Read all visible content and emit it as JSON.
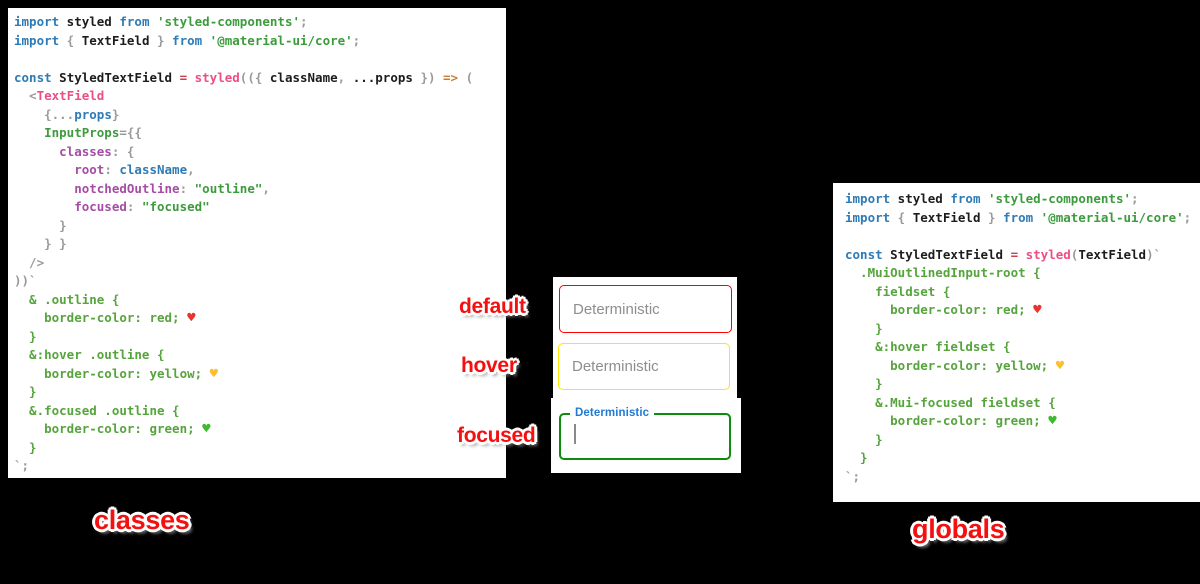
{
  "colors": {
    "background": "#000000",
    "panel_bg": "#ffffff",
    "sticker_red": "#f31010",
    "field_default_border": "#ff0000",
    "field_hover_border": "#ffe600",
    "field_focused_border": "#0d8c0d",
    "focused_label_blue": "#1f7ad6",
    "placeholder_gray": "#8e8e8e",
    "caret_gray": "#8a8a8a"
  },
  "labels": {
    "state_default": "default",
    "state_hover": "hover",
    "state_focused": "focused",
    "approach_left": "classes",
    "approach_right": "globals"
  },
  "fields": {
    "default": {
      "placeholder": "Deterministic"
    },
    "hover": {
      "placeholder": "Deterministic"
    },
    "focused": {
      "label": "Deterministic"
    }
  },
  "code_left": {
    "lines": [
      [
        [
          "kw",
          "import"
        ],
        [
          "id",
          " styled "
        ],
        [
          "kw",
          "from"
        ],
        [
          "str",
          " 'styled-components'"
        ],
        [
          "punc",
          ";"
        ]
      ],
      [
        [
          "kw",
          "import"
        ],
        [
          "punc",
          " { "
        ],
        [
          "id",
          "TextField"
        ],
        [
          "punc",
          " } "
        ],
        [
          "kw",
          "from"
        ],
        [
          "str",
          " '@material-ui/core'"
        ],
        [
          "punc",
          ";"
        ]
      ],
      [],
      [
        [
          "kw",
          "const"
        ],
        [
          "id",
          " StyledTextField "
        ],
        [
          "op",
          "="
        ],
        [
          "fn",
          " styled"
        ],
        [
          "punc",
          "(({ "
        ],
        [
          "id",
          "className"
        ],
        [
          "punc",
          ", "
        ],
        [
          "id",
          "...props"
        ],
        [
          "punc",
          " }) "
        ],
        [
          "arrow",
          "=>"
        ],
        [
          "punc",
          " ("
        ]
      ],
      [
        [
          "punc",
          "  <"
        ],
        [
          "tag",
          "TextField"
        ]
      ],
      [
        [
          "punc",
          "    {..."
        ],
        [
          "var",
          "props"
        ],
        [
          "punc",
          "}"
        ]
      ],
      [
        [
          "attr",
          "    InputProps"
        ],
        [
          "punc",
          "={{"
        ]
      ],
      [
        [
          "prop",
          "      classes"
        ],
        [
          "punc",
          ": {"
        ]
      ],
      [
        [
          "prop",
          "        root"
        ],
        [
          "punc",
          ": "
        ],
        [
          "var",
          "className"
        ],
        [
          "punc",
          ","
        ]
      ],
      [
        [
          "prop",
          "        notchedOutline"
        ],
        [
          "punc",
          ": "
        ],
        [
          "str",
          "\"outline\""
        ],
        [
          "punc",
          ","
        ]
      ],
      [
        [
          "prop",
          "        focused"
        ],
        [
          "punc",
          ": "
        ],
        [
          "str",
          "\"focused\""
        ]
      ],
      [
        [
          "punc",
          "      }"
        ]
      ],
      [
        [
          "punc",
          "    } }"
        ]
      ],
      [
        [
          "punc",
          "  />"
        ]
      ],
      [
        [
          "punc",
          "))`"
        ]
      ],
      [
        [
          "css",
          "  & .outline {"
        ]
      ],
      [
        [
          "css",
          "    border-color: red; "
        ],
        [
          "hr",
          "♥"
        ]
      ],
      [
        [
          "css",
          "  }"
        ]
      ],
      [
        [
          "css",
          "  &:hover .outline {"
        ]
      ],
      [
        [
          "css",
          "    border-color: yellow; "
        ],
        [
          "hy",
          "♥"
        ]
      ],
      [
        [
          "css",
          "  }"
        ]
      ],
      [
        [
          "css",
          "  &.focused .outline {"
        ]
      ],
      [
        [
          "css",
          "    border-color: green; "
        ],
        [
          "hg",
          "♥"
        ]
      ],
      [
        [
          "css",
          "  }"
        ]
      ],
      [
        [
          "punc",
          "`;"
        ]
      ]
    ]
  },
  "code_right": {
    "lines": [
      [
        [
          "kw",
          "import"
        ],
        [
          "id",
          " styled "
        ],
        [
          "kw",
          "from"
        ],
        [
          "str",
          " 'styled-components'"
        ],
        [
          "punc",
          ";"
        ]
      ],
      [
        [
          "kw",
          "import"
        ],
        [
          "punc",
          " { "
        ],
        [
          "id",
          "TextField"
        ],
        [
          "punc",
          " } "
        ],
        [
          "kw",
          "from"
        ],
        [
          "str",
          " '@material-ui/core'"
        ],
        [
          "punc",
          ";"
        ]
      ],
      [],
      [
        [
          "kw",
          "const"
        ],
        [
          "id",
          " StyledTextField "
        ],
        [
          "op",
          "="
        ],
        [
          "fn",
          " styled"
        ],
        [
          "punc",
          "("
        ],
        [
          "id",
          "TextField"
        ],
        [
          "punc",
          ")`"
        ]
      ],
      [
        [
          "css",
          "  .MuiOutlinedInput-root {"
        ]
      ],
      [
        [
          "css",
          "    fieldset {"
        ]
      ],
      [
        [
          "css",
          "      border-color: red; "
        ],
        [
          "hr",
          "♥"
        ]
      ],
      [
        [
          "css",
          "    }"
        ]
      ],
      [
        [
          "css",
          "    &:hover fieldset {"
        ]
      ],
      [
        [
          "css",
          "      border-color: yellow; "
        ],
        [
          "hy",
          "♥"
        ]
      ],
      [
        [
          "css",
          "    }"
        ]
      ],
      [
        [
          "css",
          "    &.Mui-focused fieldset {"
        ]
      ],
      [
        [
          "css",
          "      border-color: green; "
        ],
        [
          "hg",
          "♥"
        ]
      ],
      [
        [
          "css",
          "    }"
        ]
      ],
      [
        [
          "css",
          "  }"
        ]
      ],
      [
        [
          "punc",
          "`;"
        ]
      ]
    ]
  }
}
